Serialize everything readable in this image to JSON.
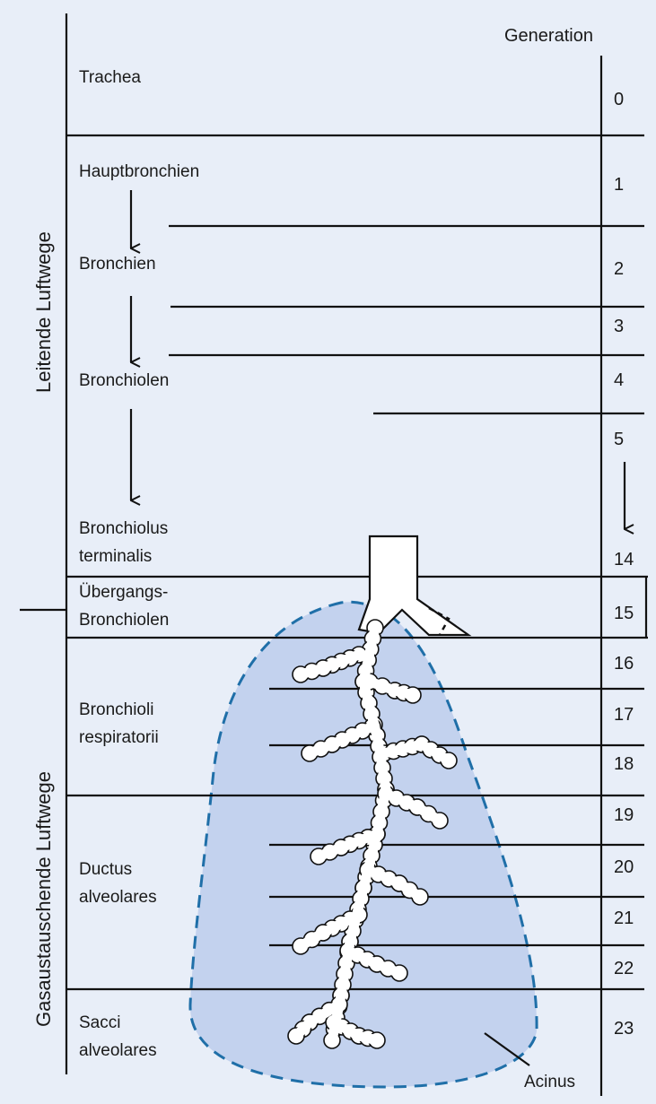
{
  "diagram": {
    "generation_header": "Generation",
    "side_labels": {
      "conducting": "Leitende Luftwege",
      "gas_exchange": "Gasaustauschende Luftwege"
    },
    "zones": [
      {
        "id": "trachea",
        "lines": [
          "Trachea"
        ]
      },
      {
        "id": "hauptbronchien",
        "lines": [
          "Hauptbronchien"
        ]
      },
      {
        "id": "bronchien",
        "lines": [
          "Bronchien"
        ]
      },
      {
        "id": "bronchiolen",
        "lines": [
          "Bronchiolen"
        ]
      },
      {
        "id": "bronchiolus-terminalis",
        "lines": [
          "Bronchiolus",
          "terminalis"
        ]
      },
      {
        "id": "uebergangs-bronchiolen",
        "lines": [
          "Übergangs-",
          "Bronchiolen"
        ]
      },
      {
        "id": "bronchioli-respiratorii",
        "lines": [
          "Bronchioli",
          "respiratorii"
        ]
      },
      {
        "id": "ductus-alveolares",
        "lines": [
          "Ductus",
          "alveolares"
        ]
      },
      {
        "id": "sacci-alveolares",
        "lines": [
          "Sacci",
          "alveolares"
        ]
      }
    ],
    "generations": [
      "0",
      "1",
      "2",
      "3",
      "4",
      "5",
      "14",
      "15",
      "16",
      "17",
      "18",
      "19",
      "20",
      "21",
      "22",
      "23"
    ],
    "acinus_label": "Acinus",
    "colors": {
      "background": "#e8eef8",
      "acinus_fill": "#c3d2ee",
      "acinus_outline": "#1f6fa8",
      "airway_fill": "#ffffff",
      "lines": "#111111"
    }
  }
}
